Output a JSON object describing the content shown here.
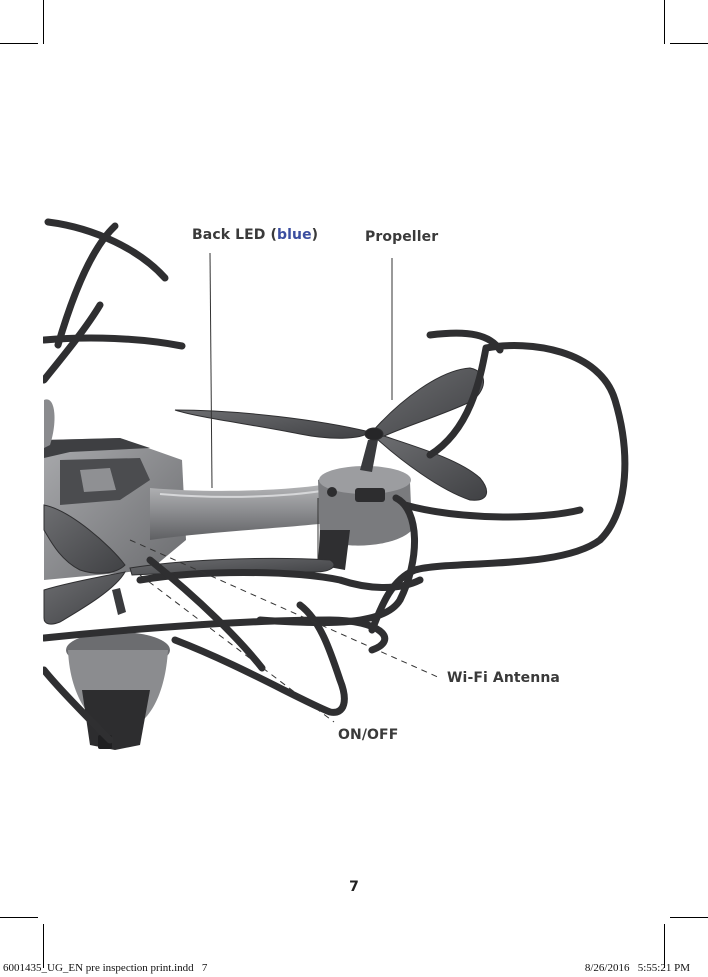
{
  "labels": {
    "back_led_prefix": "Back LED (",
    "back_led_color": "blue",
    "back_led_suffix": ")",
    "propeller": "Propeller",
    "wifi_antenna": "Wi-Fi Antenna",
    "on_off": "ON/OFF"
  },
  "colors": {
    "blue_accent": "#3b4ea0",
    "drone_body": "#8e8f91",
    "guard": "#2f2f31"
  },
  "page_number": "7",
  "slug": {
    "file": "6001435_UG_EN pre inspection print.indd   7",
    "timestamp": "8/26/2016   5:55:21 PM"
  }
}
